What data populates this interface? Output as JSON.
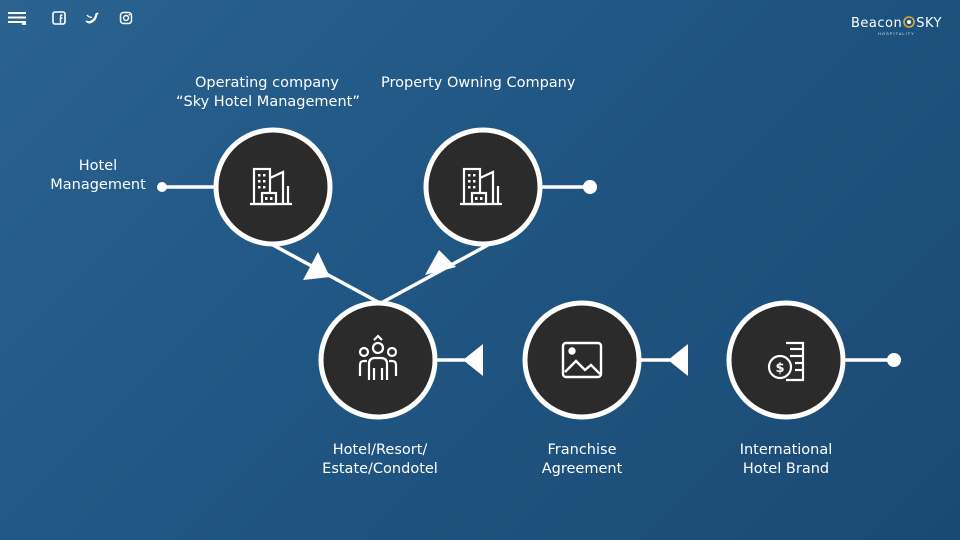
{
  "toolbar": {
    "icons": [
      "menu-icon",
      "facebook-icon",
      "twitter-icon",
      "instagram-icon"
    ]
  },
  "brand": {
    "name_left": "Beacon",
    "name_right": "Sky",
    "tagline": "HOSPITALITY"
  },
  "diagram": {
    "labels": {
      "operating_company": "Operating company",
      "sky_hotel_management": "“Sky Hotel Management”",
      "property_owning_company": "Property Owning Company",
      "hotel_management_line1": "Hotel",
      "hotel_management_line2": "Management",
      "hotel_resort_line1": "Hotel/Resort/",
      "hotel_resort_line2": "Estate/Condotel",
      "franchise_line1": "Franchise",
      "franchise_line2": "Agreement",
      "international_line1": "International",
      "international_line2": "Hotel Brand"
    },
    "nodes": [
      {
        "id": "operating-company",
        "icon": "building-icon"
      },
      {
        "id": "property-owning-company",
        "icon": "building-icon"
      },
      {
        "id": "hotel-resort",
        "icon": "group-icon"
      },
      {
        "id": "franchise-agreement",
        "icon": "image-icon"
      },
      {
        "id": "international-hotel-brand",
        "icon": "coins-icon"
      }
    ],
    "colors": {
      "node_fill": "#2b2b2c",
      "node_stroke": "#ffffff",
      "line": "#ffffff",
      "background": "#215684"
    }
  }
}
